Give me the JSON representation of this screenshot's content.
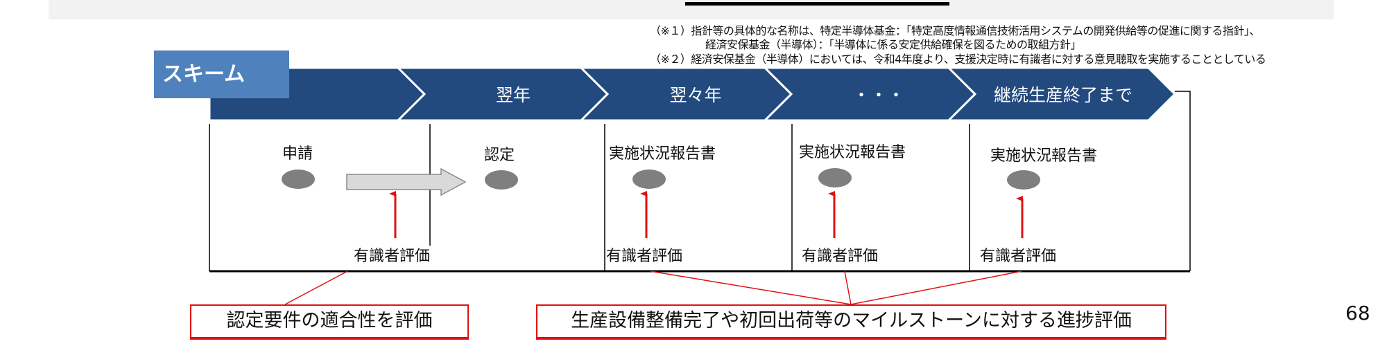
{
  "notes": [
    "（※１）指針等の具体的な名称は、特定半導体基金：「特定高度情報通信技術活用システムの開発供給等の促進に関する指針」、",
    "経済安保基金（半導体）：「半導体に係る安定供給確保を図るための取組方針」",
    "（※２）経済安保基金（半導体）においては、令和4年度より、支援決定時に有識者に対する意見聴取を実施することとしている"
  ],
  "scheme_label": "スキーム",
  "timeline": [
    "翌年",
    "翌々年",
    "・・・",
    "継続生産終了まで"
  ],
  "stages": [
    "申請",
    "認定",
    "実施状況報告書",
    "実施状況報告書",
    "実施状況報告書"
  ],
  "evaluations": [
    "有識者評価",
    "有識者評価",
    "有識者評価",
    "有識者評価"
  ],
  "callouts": [
    "認定要件の適合性を評価",
    "生産設備整備完了や初回出荷等のマイルストーンに対する進捗評価"
  ],
  "page_number": "68",
  "colors": {
    "band": "#234a7e",
    "scheme": "#4f81bd",
    "accent_red": "#e01010",
    "dot": "#7f7f7f"
  }
}
